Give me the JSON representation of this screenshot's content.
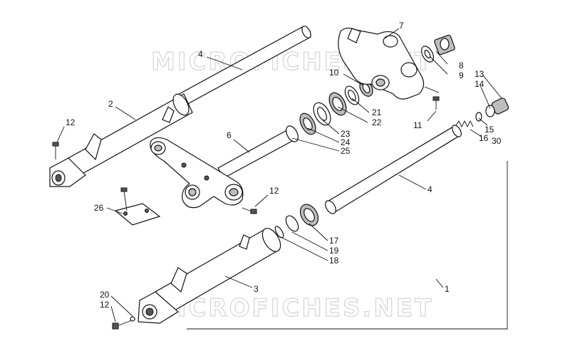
{
  "watermark": {
    "top": "MICROFICHES.NET",
    "bottom": "MICROFICHES.NET"
  },
  "callouts": [
    {
      "id": "c4a",
      "text": "4"
    },
    {
      "id": "c2",
      "text": "2"
    },
    {
      "id": "c12a",
      "text": "12"
    },
    {
      "id": "c6",
      "text": "6"
    },
    {
      "id": "c12b",
      "text": "12"
    },
    {
      "id": "c26",
      "text": "26"
    },
    {
      "id": "c7",
      "text": "7"
    },
    {
      "id": "c8",
      "text": "8"
    },
    {
      "id": "c9",
      "text": "9"
    },
    {
      "id": "c10",
      "text": "10"
    },
    {
      "id": "c13",
      "text": "13"
    },
    {
      "id": "c14",
      "text": "14"
    },
    {
      "id": "c21",
      "text": "21"
    },
    {
      "id": "c22",
      "text": "22"
    },
    {
      "id": "c23",
      "text": "23"
    },
    {
      "id": "c24",
      "text": "24"
    },
    {
      "id": "c25",
      "text": "25"
    },
    {
      "id": "c11",
      "text": "11"
    },
    {
      "id": "c15",
      "text": "15"
    },
    {
      "id": "c16",
      "text": "16"
    },
    {
      "id": "c30",
      "text": "30"
    },
    {
      "id": "c4b",
      "text": "4"
    },
    {
      "id": "c17",
      "text": "17"
    },
    {
      "id": "c19",
      "text": "19"
    },
    {
      "id": "c18",
      "text": "18"
    },
    {
      "id": "c3",
      "text": "3"
    },
    {
      "id": "c1",
      "text": "1"
    },
    {
      "id": "c20",
      "text": "20"
    },
    {
      "id": "c12c",
      "text": "12"
    }
  ]
}
